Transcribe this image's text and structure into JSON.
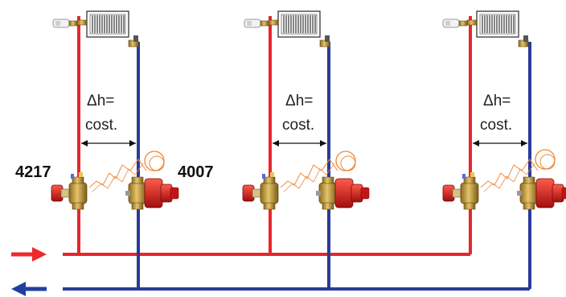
{
  "labels": {
    "left_valve_code": "4217",
    "right_valve_code": "4007",
    "dh_line1": "Δh=",
    "dh_line2": "cost."
  },
  "risers": [
    {
      "dh_line1": "Δh=",
      "dh_line2": "cost."
    },
    {
      "dh_line1": "Δh=",
      "dh_line2": "cost."
    },
    {
      "dh_line1": "Δh=",
      "dh_line2": "cost."
    }
  ],
  "colors": {
    "supply": "#e8262d",
    "return": "#2a3a9a",
    "valve_brass": "#c8a24a",
    "handwheel_red": "#d81e1e",
    "capillary": "#f08a3a",
    "arrow_red": "#ee2a2a",
    "arrow_blue": "#2040a0"
  },
  "arrows": {
    "supply_direction": "right",
    "return_direction": "left"
  }
}
